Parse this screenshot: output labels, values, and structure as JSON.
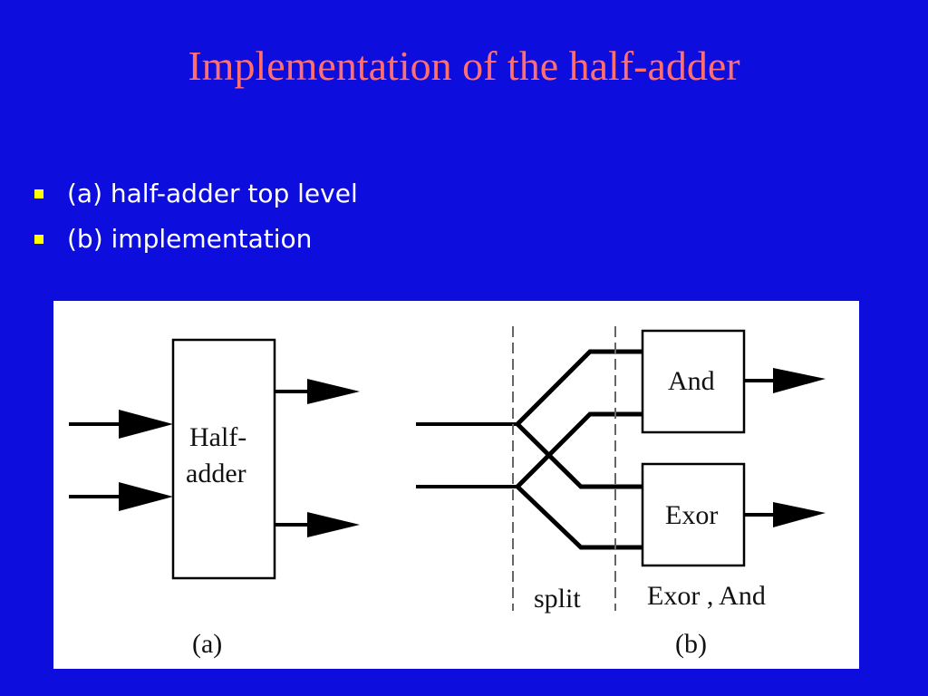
{
  "slide": {
    "title": "Implementation of the half-adder",
    "bullets": [
      "(a) half-adder top level",
      "(b) implementation"
    ]
  },
  "diagram": {
    "part_a": {
      "block_label_line1": "Half-",
      "block_label_line2": "adder",
      "caption": "(a)"
    },
    "part_b": {
      "and_label": "And",
      "exor_label": "Exor",
      "split_label": "split",
      "gates_label": "Exor , And",
      "caption": "(b)"
    }
  },
  "colors": {
    "background": "#0d0ddd",
    "title": "#ff6f6f",
    "bullet_marker": "#ffff00",
    "text": "#ffffff"
  }
}
